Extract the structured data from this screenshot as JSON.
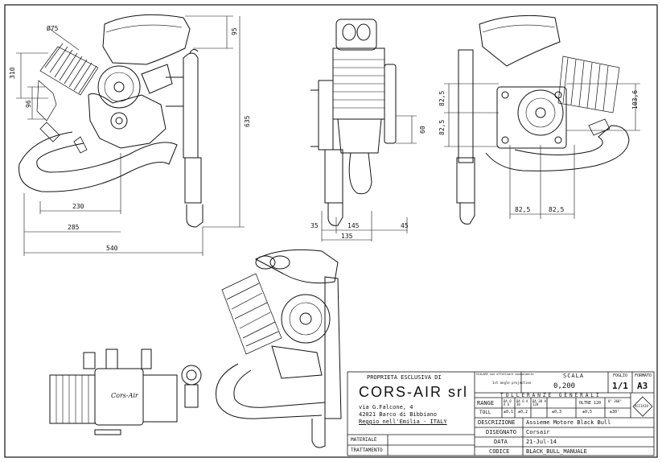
{
  "dimensions": {
    "diameter": "Ø75",
    "height_310": "310",
    "height_96": "96",
    "top_95": "95",
    "height_635": "635",
    "w_230": "230",
    "w_285": "285",
    "w_540": "540",
    "w_35": "35",
    "w_145": "145",
    "w_45": "45",
    "w_135": "135",
    "h_60": "60",
    "h_82_5_upper": "82,5",
    "h_82_5_lower": "82,5",
    "h_103_6": "103,6",
    "w_82_5_left": "82,5",
    "w_82_5_right": "82,5"
  },
  "title_block": {
    "ownership": "PROPRIETA ESCLUSIVA DI",
    "company": "CORS-AIR srl",
    "address_1": "via G.Falcone, 4",
    "address_2": "42021 Barco di Bibbiano",
    "address_3": "Reggio nell'Emilia - ITALY",
    "materiale_label": "MATERIALE",
    "trattamento_label": "TRATTAMENTO",
    "scale_note": "SCALARE non effettuare manualmente",
    "projection": "1st angle projection",
    "scala_label": "SCALA",
    "scala_value": "0,200",
    "foglio_label": "FOGLIO",
    "foglio_value": "1/1",
    "formato_label": "FORMATO",
    "formato_value": "A3",
    "tolerances_title": "TOLLERANZE GENERALI",
    "range_label": "RANGE",
    "toll_label": "TOLL",
    "range_cols": [
      "DA 0 A 6",
      "DA 6 A 30",
      "DA 30 A 120",
      "OLTRE 120",
      "0° 360°"
    ],
    "toll_cols": [
      "±0,1",
      "±0,2",
      "±0,3",
      "±0,5",
      "±30'"
    ],
    "stamp": "ACCIAIO",
    "descrizione_label": "DESCRIZIONE",
    "descrizione_value": "Assieme Motore Black Bull",
    "disegnato_label": "DISEGNATO",
    "disegnato_value": "Corsair",
    "data_label": "DATA",
    "data_value": "21-Jul-14",
    "codice_label": "CODICE",
    "codice_value": "BLACK_BULL_MANUALE"
  },
  "labels": {
    "brand_mark": "Cors-Air"
  }
}
